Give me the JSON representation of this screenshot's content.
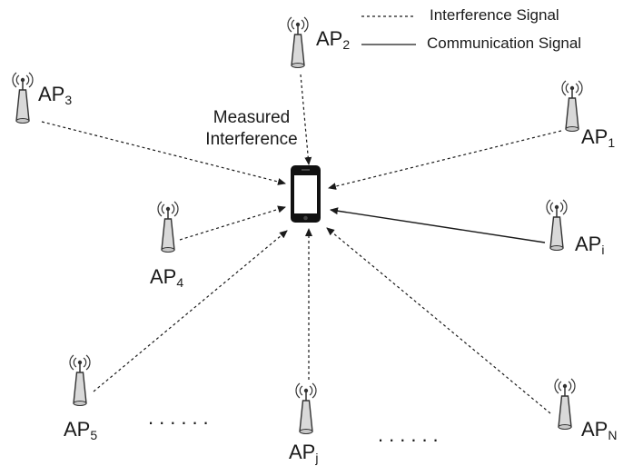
{
  "legend": {
    "interference": "Interference Signal",
    "communication": "Communication Signal"
  },
  "center": {
    "line1": "Measured",
    "line2": "Interference"
  },
  "access_points": [
    {
      "id": "ap-1",
      "base": "AP",
      "sub": "1",
      "link": "interference"
    },
    {
      "id": "ap-2",
      "base": "AP",
      "sub": "2",
      "link": "interference"
    },
    {
      "id": "ap-3",
      "base": "AP",
      "sub": "3",
      "link": "interference"
    },
    {
      "id": "ap-4",
      "base": "AP",
      "sub": "4",
      "link": "interference"
    },
    {
      "id": "ap-5",
      "base": "AP",
      "sub": "5",
      "link": "interference"
    },
    {
      "id": "ap-i",
      "base": "AP",
      "sub": "i",
      "link": "communication"
    },
    {
      "id": "ap-j",
      "base": "AP",
      "sub": "j",
      "link": "interference"
    },
    {
      "id": "ap-n",
      "base": "AP",
      "sub": "N",
      "link": "interference"
    }
  ],
  "ellipses": [
    "......",
    "......"
  ],
  "colors": {
    "line": "#1a1a1a",
    "antenna_fill": "#d9d9d9",
    "antenna_stroke": "#333333",
    "phone_body": "#111111",
    "phone_screen": "#ffffff"
  }
}
